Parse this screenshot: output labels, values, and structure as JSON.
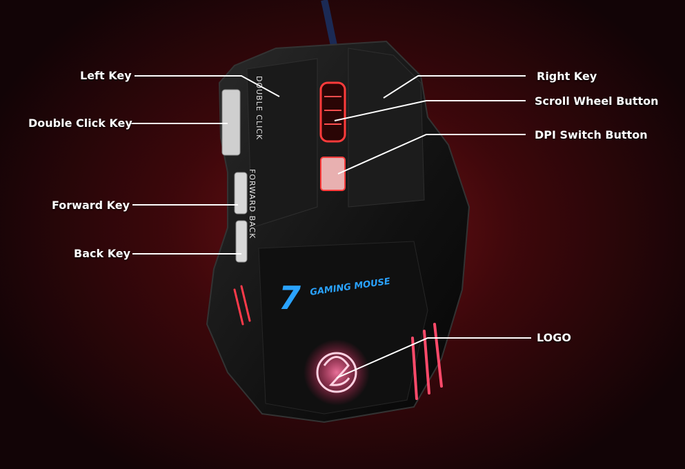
{
  "labels": {
    "left_key": "Left Key",
    "double_click_key": "Double Click Key",
    "forward_key": "Forward Key",
    "back_key": "Back Key",
    "right_key": "Right Key",
    "scroll_wheel_button": "Scroll Wheel Button",
    "dpi_switch_button": "DPI Switch Button",
    "logo": "LOGO"
  },
  "mouse_print": {
    "double_click": "DOUBLE CLICK",
    "forward_back": "FORWARD BACK",
    "model_number": "7",
    "model_name": "GAMING MOUSE"
  },
  "colors": {
    "background": "#7a1216",
    "mouse_body": "#141414",
    "led_red": "#ff3b3b",
    "led_pink": "#ff6a9a",
    "logo_blue": "#2aa3ff",
    "callout_line": "#ffffff"
  },
  "icons": [
    "dragon-logo-icon"
  ]
}
